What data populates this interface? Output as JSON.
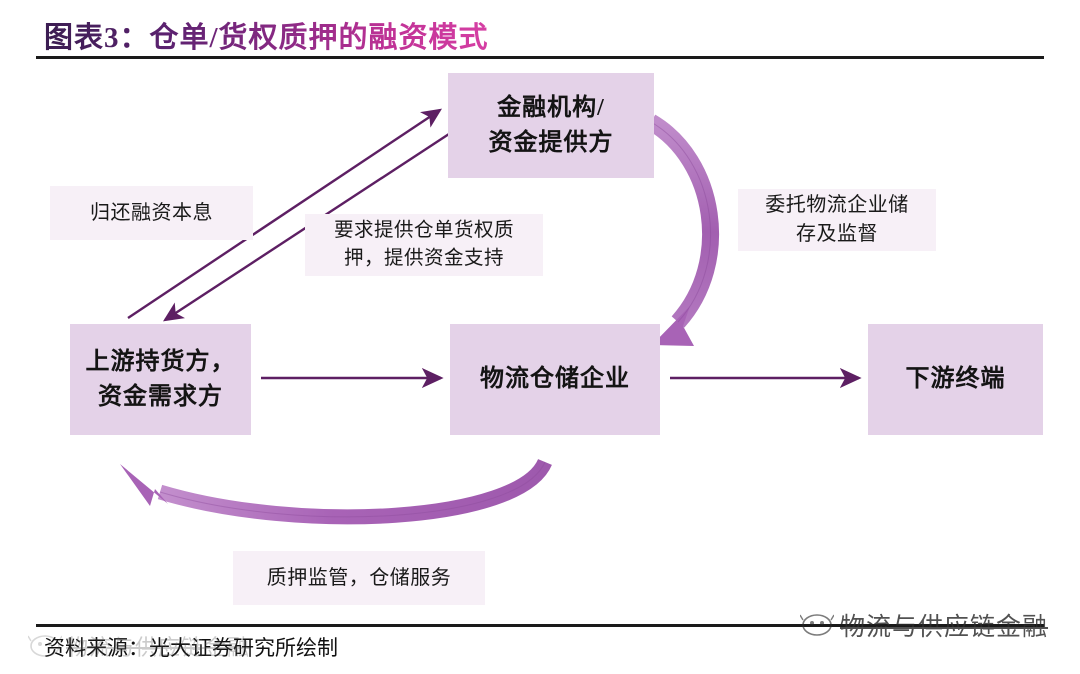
{
  "figure": {
    "title": "图表3：仓单/货权质押的融资模式",
    "source": "资料来源：光大证券研究所绘制"
  },
  "nodes": [
    {
      "id": "finance",
      "label": "金融机构/\n资金提供方"
    },
    {
      "id": "upstream",
      "label": "上游持货方，\n资金需求方"
    },
    {
      "id": "logistics",
      "label": "物流仓储企业"
    },
    {
      "id": "downstream",
      "label": "下游终端"
    }
  ],
  "labels": [
    {
      "id": "repay",
      "text": "归还融资本息"
    },
    {
      "id": "pledge",
      "text": "要求提供仓单货权质\n押，提供资金支持"
    },
    {
      "id": "entrust",
      "text": "委托物流企业储\n存及监督"
    },
    {
      "id": "custody",
      "text": "质押监管，仓储服务"
    }
  ],
  "flows": [
    {
      "id": "upstream-to-finance",
      "from": "上游持货方，资金需求方",
      "to": "金融机构/资金提供方",
      "label": "归还融资本息",
      "style": "thin-diagonal"
    },
    {
      "id": "finance-to-upstream",
      "from": "金融机构/资金提供方",
      "to": "上游持货方，资金需求方",
      "label": "要求提供仓单货权质押，提供资金支持",
      "style": "thin-diagonal"
    },
    {
      "id": "finance-to-logistics",
      "from": "金融机构/资金提供方",
      "to": "物流仓储企业",
      "label": "委托物流企业储存及监督",
      "style": "thick-curve"
    },
    {
      "id": "logistics-to-upstream",
      "from": "物流仓储企业",
      "to": "上游持货方，资金需求方",
      "label": "质押监管，仓储服务",
      "style": "thick-curve"
    },
    {
      "id": "upstream-to-logistics",
      "from": "上游持货方，资金需求方",
      "to": "物流仓储企业",
      "label": "",
      "style": "thin-straight"
    },
    {
      "id": "logistics-to-downstream",
      "from": "物流仓储企业",
      "to": "下游终端",
      "label": "",
      "style": "thin-straight"
    }
  ],
  "watermark": {
    "text": "物流与供应链金融"
  },
  "colors": {
    "node_fill": "#e4d2e8",
    "label_fill": "#f7f0f7",
    "thin_arrow": "#5d1f63",
    "thick_arrow": "#b173bd",
    "title_start": "#3b1d52",
    "title_end": "#d63fa4",
    "rule": "#1a1a1a"
  }
}
